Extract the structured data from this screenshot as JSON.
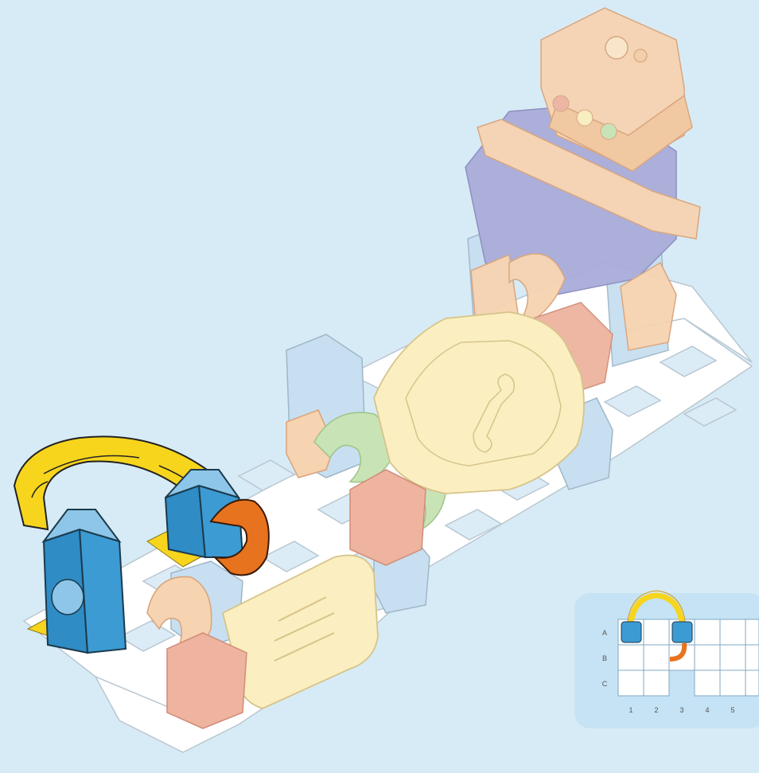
{
  "colors": {
    "background": "#d7ebf6",
    "base_plate": "#ffffff",
    "base_outline": "#b9c7d1",
    "active_blue": "#3c9bd2",
    "active_yellow": "#f7d51d",
    "active_orange": "#e8731e",
    "ghost_peach": "#f6d3b1",
    "ghost_purple": "#a9acd9",
    "ghost_cream": "#fbeec0",
    "ghost_salmon": "#eeb4a0",
    "ghost_green": "#c8e3b5",
    "ghost_blue": "#c7dff0",
    "legend_panel": "#c5e3f4"
  },
  "icons": [
    "ball-launcher-icon",
    "curved-rail-icon",
    "support-block-icon",
    "wrench-tray-icon"
  ],
  "grid_map": {
    "rows": [
      "A",
      "B",
      "C"
    ],
    "columns": [
      "1",
      "2",
      "3",
      "4",
      "5"
    ],
    "pieces": [
      {
        "type": "support",
        "row": "A",
        "col": "1",
        "color": "blue"
      },
      {
        "type": "support",
        "row": "A",
        "col": "3",
        "color": "blue"
      },
      {
        "type": "curve",
        "row": "B",
        "col": "3",
        "color": "orange"
      },
      {
        "type": "rail",
        "row": "A",
        "col": "1-3",
        "color": "yellow"
      }
    ]
  }
}
